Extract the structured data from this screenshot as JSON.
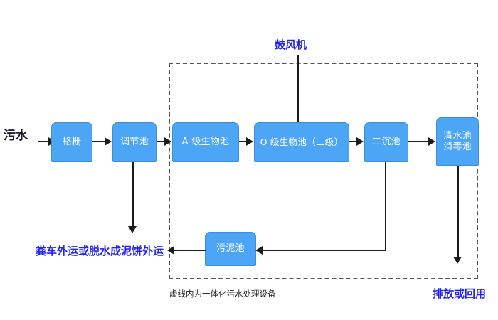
{
  "diagram": {
    "title_caption": "虚线内为一体化污水处理设备",
    "colors": {
      "node_fill": "#4da6f5",
      "node_text": "#ffffff",
      "label_blue": "#2323f0",
      "label_dark": "#1b1b2b",
      "connector": "#1c1c1c",
      "dashed_border": "#555555"
    },
    "nodes": [
      {
        "id": "grate",
        "label": "格栅"
      },
      {
        "id": "regulate",
        "label": "调节池"
      },
      {
        "id": "a_stage",
        "label": "A 级生物池"
      },
      {
        "id": "o_stage",
        "label": "O 级生物池（二级）"
      },
      {
        "id": "secondary",
        "label": "二沉池"
      },
      {
        "id": "clearwater",
        "label": "清水池\n消毒池"
      },
      {
        "id": "sludge",
        "label": "污泥池"
      }
    ],
    "labels": {
      "inflow": "污水",
      "blower": "鼓风机",
      "sludge_disposal": "粪车外运或脱水成泥饼外运",
      "discharge": "排放或回用",
      "enclosure_caption": "虚线内为一体化污水处理设备"
    }
  }
}
